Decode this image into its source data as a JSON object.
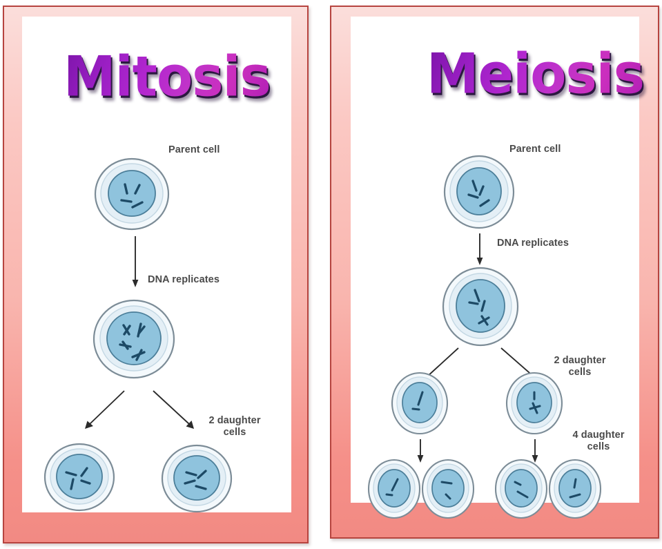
{
  "figure": {
    "kind": "cell-division-comparison-diagram",
    "colors": {
      "frame_border": "#b6443f",
      "frame_pink_light": "#fbdedb",
      "frame_pink_dark": "#f28a83",
      "card_background": "#ffffff",
      "title_purple": "#9b1fc4",
      "title_magenta": "#cb2fbe",
      "title_shadow": "#2b1840",
      "label_text": "#4a4a4a",
      "cell_membrane_fill": "#f2f7fb",
      "cell_membrane_stroke": "#6b7b88",
      "cytoplasm_fill": "#dceaf3",
      "nucleus_fill": "#8fc3dd",
      "nucleus_stroke": "#4b7e99",
      "chromosome": "#1d4a66",
      "arrow": "#2b2b2b"
    }
  },
  "panels": [
    {
      "id": "mitosis",
      "title": "Mitosis",
      "labels": {
        "parent_cell": "Parent cell",
        "dna_replicates": "DNA replicates",
        "daughter_cells": "2 daughter\ncells"
      },
      "stages": [
        {
          "name": "parent-cell",
          "count": 1,
          "chromosomes": 4,
          "replicated": false
        },
        {
          "name": "replicated-cell",
          "count": 1,
          "chromosomes": 4,
          "replicated": true
        },
        {
          "name": "daughter-cells",
          "count": 2,
          "chromosomes": 4,
          "replicated": false
        }
      ],
      "daughter_cell_count": 2
    },
    {
      "id": "meiosis",
      "title": "Meiosis",
      "labels": {
        "parent_cell": "Parent cell",
        "dna_replicates": "DNA replicates",
        "daughter_cells_2": "2 daughter\ncells",
        "daughter_cells_4": "4 daughter\ncells"
      },
      "stages": [
        {
          "name": "parent-cell",
          "count": 1,
          "chromosomes": 4,
          "replicated": false
        },
        {
          "name": "replicated-cell",
          "count": 1,
          "chromosomes": 4,
          "replicated": true
        },
        {
          "name": "two-daughter-cells",
          "count": 2,
          "chromosomes": 2,
          "replicated": true
        },
        {
          "name": "four-daughter-cells",
          "count": 4,
          "chromosomes": 2,
          "replicated": false
        }
      ],
      "daughter_cell_count": 4
    }
  ]
}
